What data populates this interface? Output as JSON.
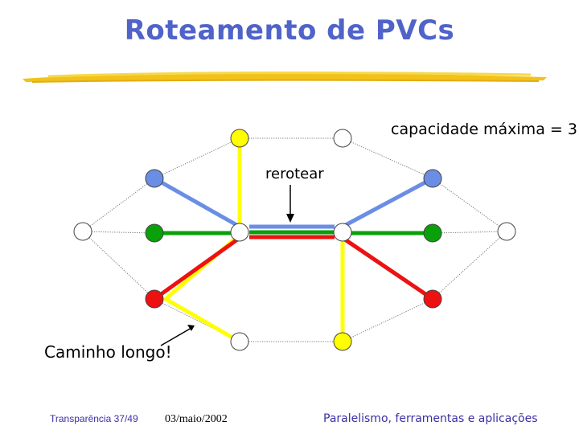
{
  "title": "Roteamento de PVCs",
  "labels": {
    "capacity": "capacidade máxima = 3",
    "reroute": "rerotear",
    "long_path": "Caminho longo!"
  },
  "footer": {
    "slide": "Transparência 37/49",
    "date": "03/maio/2002",
    "course": "Paralelismo, ferramentas e aplicações"
  },
  "colors": {
    "title": "#4f63c9",
    "brush": "#f2c21a",
    "yellow": "#ffff00",
    "blue": "#6a8ee6",
    "green": "#0aa00a",
    "red": "#ee1111",
    "footer": "#3b2fa5"
  }
}
